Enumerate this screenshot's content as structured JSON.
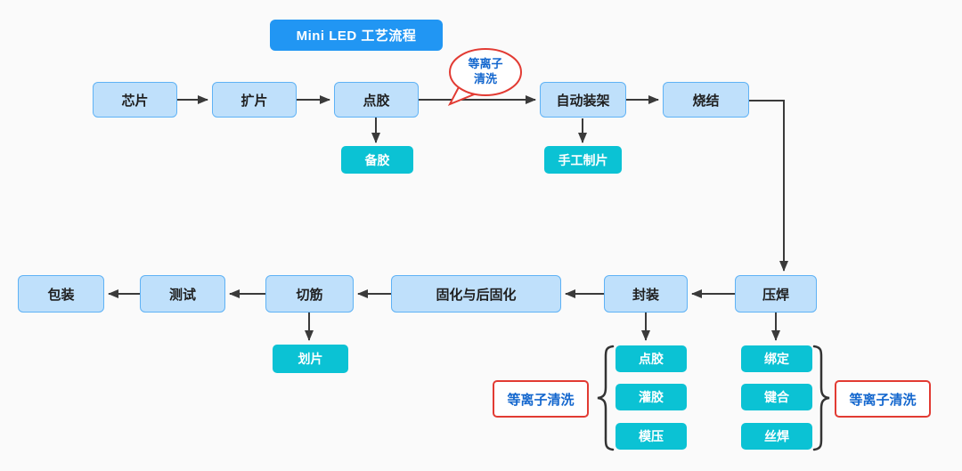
{
  "title": {
    "label": "Mini LED 工艺流程"
  },
  "flow": {
    "row1": [
      "芯片",
      "扩片",
      "点胶",
      "自动装架",
      "烧结"
    ],
    "row2": [
      "包装",
      "测试",
      "切筋",
      "固化与后固化",
      "封装",
      "压焊"
    ],
    "sub_steps": {
      "dispensing_sub": "备胶",
      "auto_mounting_sub": "手工制片",
      "trimming_sub": "划片"
    },
    "encapsulation_group": [
      "点胶",
      "灌胶",
      "模压"
    ],
    "bonding_group": [
      "绑定",
      "键合",
      "丝焊"
    ],
    "callouts": {
      "bubble_line1": "等离子",
      "bubble_line2": "清洗",
      "left_box": "等离子清洗",
      "right_box": "等离子清洗"
    }
  },
  "colors": {
    "title_bg": "#2196f3",
    "process_fill": "#bfe0fb",
    "process_border": "#5fb2f5",
    "sub_fill": "#0bc2d4",
    "callout_border": "#e23b33",
    "callout_text": "#1467ce",
    "arrow": "#3a3a3a",
    "background": "#fafafa"
  }
}
